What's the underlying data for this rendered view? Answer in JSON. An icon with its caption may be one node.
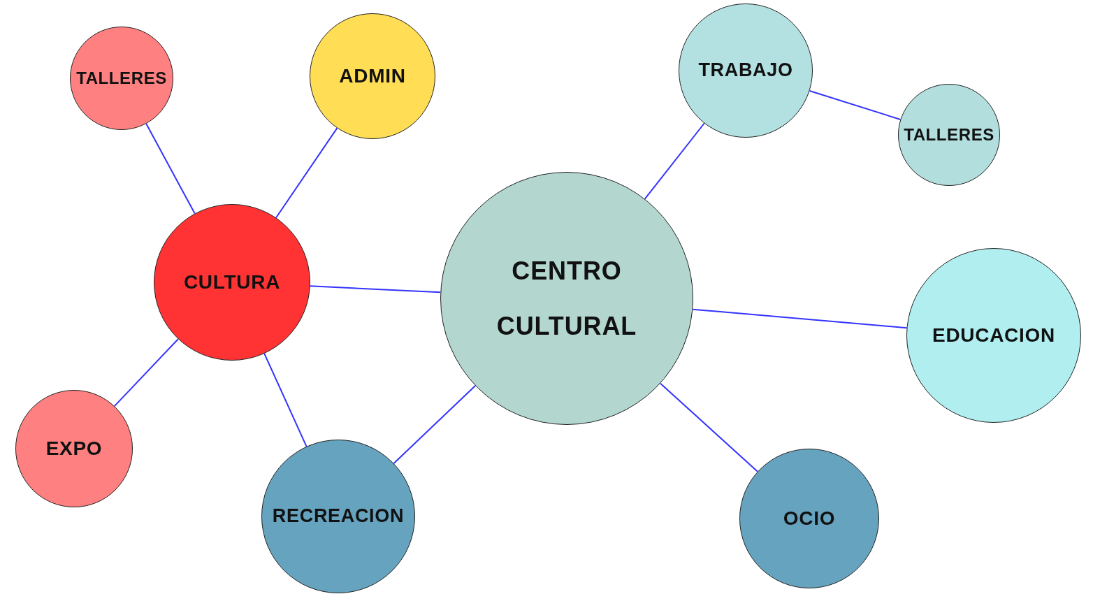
{
  "diagram": {
    "nodes": [
      {
        "text": [
          "CENTRO CULTURAL"
        ]
      },
      {
        "text": [
          "CULTURA"
        ]
      },
      {
        "text": [
          "TALLERES"
        ]
      },
      {
        "text": [
          "ADMIN"
        ]
      },
      {
        "text": [
          "EXPO"
        ]
      },
      {
        "text": [
          "RECREACION"
        ]
      },
      {
        "text": [
          "TRABAJO"
        ]
      },
      {
        "text": [
          "TALLERES"
        ]
      },
      {
        "text": [
          "EDUCACION"
        ]
      },
      {
        "text": [
          "OCIO"
        ]
      }
    ],
    "edges": [
      {
        "from": 1,
        "to": 0,
        "arrow": "none"
      },
      {
        "from": 1,
        "to": 2,
        "arrow": "none"
      },
      {
        "from": 1,
        "to": 3,
        "arrow": "none"
      },
      {
        "from": 1,
        "to": 4,
        "arrow": "none"
      },
      {
        "from": 1,
        "to": 5,
        "arrow": "none"
      },
      {
        "from": 0,
        "to": 5,
        "arrow": "none"
      },
      {
        "from": 0,
        "to": 6,
        "arrow": "none"
      },
      {
        "from": 6,
        "to": 7,
        "arrow": "none"
      },
      {
        "from": 0,
        "to": 8,
        "arrow": "none"
      },
      {
        "from": 0,
        "to": 9,
        "arrow": "none"
      }
    ]
  }
}
